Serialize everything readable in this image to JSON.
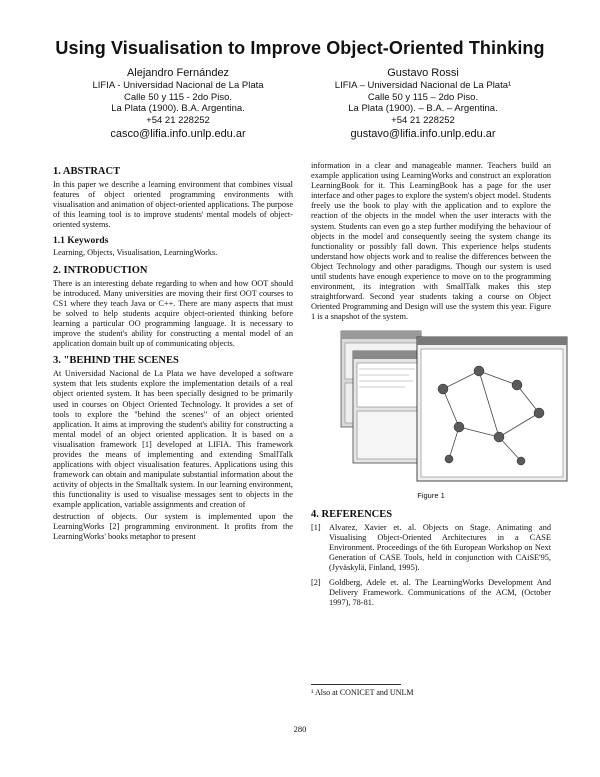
{
  "title": "Using Visualisation to Improve Object-Oriented Thinking",
  "authors": [
    {
      "name": "Alejandro Fernández",
      "affiliation": "LIFIA - Universidad Nacional de La Plata",
      "address1": "Calle 50 y 115 - 2do Piso.",
      "address2": "La Plata (1900). B.A. Argentina.",
      "phone": "+54 21 228252",
      "email": "casco@lifia.info.unlp.edu.ar"
    },
    {
      "name": "Gustavo Rossi",
      "affiliation": "LIFIA – Universidad Nacional de La Plata¹",
      "address1": "Calle 50 y 115 – 2do Piso.",
      "address2": "La Plata (1900). – B.A. – Argentina.",
      "phone": "+54 21 228252",
      "email": "gustavo@lifia.info.unlp.edu.ar"
    }
  ],
  "sections": {
    "abstract_heading": "1. ABSTRACT",
    "abstract_text": "In this paper we describe a learning environment that combines visual features of object oriented programming environments with visualisation and animation of object-oriented applications. The purpose of this learning tool is to improve students' mental models of object-oriented systems.",
    "keywords_heading": "1.1 Keywords",
    "keywords_text": "Learning, Objects, Visualisation, LearningWorks.",
    "intro_heading": "2. INTRODUCTION",
    "intro_text": "There is an interesting debate regarding to when and how OOT should be introduced. Many universities are moving their first OOT courses to CS1 where they teach Java or C++. There are many aspects that must be solved to help students acquire object-oriented thinking before learning a particular OO programming language. It is necessary to improve the student's ability for constructing a mental model of an application domain built up of communicating objects.",
    "behind_heading": "3. \"BEHIND THE SCENES",
    "behind_text": "At Universidad Nacional de La Plata we have developed a software system that lets students explore the implementation details of a real object oriented system. It has been specially designed to be primarily used in courses on Object Oriented Technology. It provides a set of tools to explore the \"behind the scenes\" of an object oriented application. It aims at improving the student's ability for constructing a mental model of an object oriented application. It is based on a visualisation framework [1] developed at LIFIA. This framework provides the means of implementing and extending SmallTalk applications with object visualisation features. Applications using this framework can obtain and manipulate substantial information about the activity of objects in the Smalltalk system. In our learning environment, this functionality is used to visualise messages sent to objects in the example application, variable assignments and creation of",
    "behind_cont": "destruction of objects. Our system is implemented upon the LearningWorks [2] programming environment. It profits from the LearningWorks' books metaphor to present",
    "right_text": "information in a clear and manageable manner. Teachers build an example application using LearningWorks and construct an exploration LearningBook for it. This LearningBook has a page for the user interface and other pages to explore the system's object model. Students freely use the book to play with the application and to explore the reaction of the objects in the model when the user interacts with the system. Students can even go a step further modifying the behaviour of objects in the model and consequently seeing the system change its functionality or possibly fall down. This experience helps students understand how objects work and to realise the differences between the Object Technology and other paradigms. Though our system is used until students have enough experience to move on to the programming environment, its integration with SmallTalk makes this step straightforward. Second year students taking a course on Object Oriented Programming and Design will use the system this year. Figure 1 is a snapshot of the system.",
    "figure_caption": "Figure 1",
    "references_heading": "4. REFERENCES",
    "references": [
      {
        "num": "[1]",
        "text": "Alvarez, Xavier et. al. Objects on Stage. Animating and Visualising Object-Oriented Architectures in a CASE Environment. Proceedings of the 6th European Workshop on Next Generation of CASE Tools, held in conjunction with CAiSE'95, (Jyväskylä, Finland, 1995)."
      },
      {
        "num": "[2]",
        "text": "Goldberg, Adele et. al. The LearningWorks Development And Delivery Framework. Communications of the ACM, (October 1997), 78-81."
      }
    ],
    "footnote": "¹ Also at CONICET and UNLM"
  },
  "page_number": "280"
}
